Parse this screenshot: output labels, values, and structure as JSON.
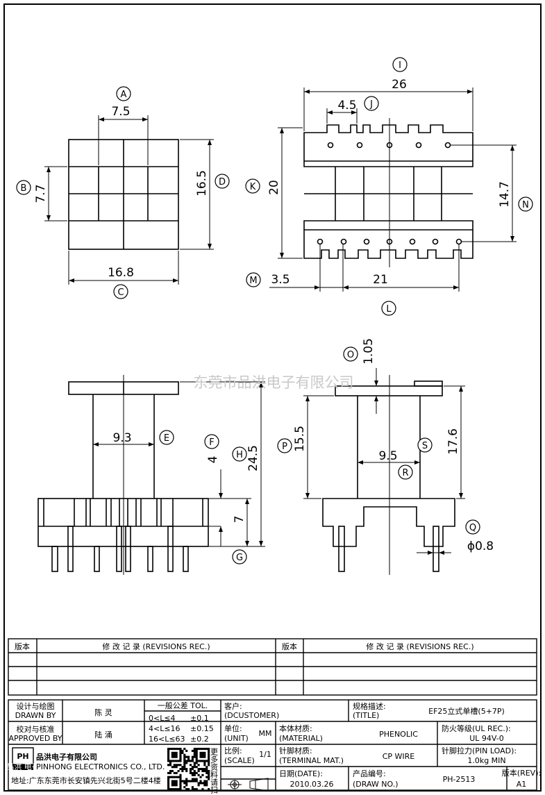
{
  "labels": {
    "A": "A",
    "B": "B",
    "C": "C",
    "D": "D",
    "E": "E",
    "F": "F",
    "G": "G",
    "H": "H",
    "I": "I",
    "J": "J",
    "K": "K",
    "L": "L",
    "M": "M",
    "N": "N",
    "O": "O",
    "P": "P",
    "Q": "Q",
    "R": "R",
    "S": "S"
  },
  "dims": {
    "a": "7.5",
    "b": "7.7",
    "c": "16.8",
    "d": "16.5",
    "e": "9.3",
    "f": "4",
    "g7": "7",
    "h": "24.5",
    "i": "26",
    "j": "4.5",
    "k": "20",
    "l21": "21",
    "m": "3.5",
    "n": "14.7",
    "o": "1.05",
    "p": "15.5",
    "q": "ϕ0.8",
    "r": "9.5",
    "s": "17.6"
  },
  "watermark": "东莞市品洪电子有限公司",
  "revisions": {
    "ver1": "版本",
    "rec1": "修 改 记 录 (REVISIONS REC.)",
    "ver2": "版本",
    "rec2": "修 改 记 录 (REVISIONS REC.)"
  },
  "title_block": {
    "designer_label1": "设计与绘图",
    "designer_label2": "DRAWN BY",
    "designer": "陈 灵",
    "checker_label1": "校对与核准",
    "checker_label2": "APPROVED BY",
    "checker": "陆 涌",
    "tol_title": "一般公差 TOL.",
    "tol_rows": [
      {
        "range": "0<L≤4",
        "val": "±0.1"
      },
      {
        "range": "4<L≤16",
        "val": "±0.15"
      },
      {
        "range": "16<L≤63",
        "val": "±0.2"
      }
    ],
    "customer_label1": "客户:",
    "customer_label2": "(DCUSTOMER)",
    "title_label1": "规格描述:",
    "title_label2": "(TITLE)",
    "title_value": "EF25立式单槽(5+7P)",
    "unit_label1": "单位:",
    "unit_label2": "(UNIT)",
    "unit_value": "MM",
    "material_label1": "本体材质:",
    "material_label2": "(MATERIAL)",
    "material_value": "PHENOLIC",
    "ul_label1": "防火等级(UL REC.):",
    "ul_value": "UL 94V-0",
    "scale_label1": "比例:",
    "scale_label2": "(SCALE)",
    "scale_value": "1/1",
    "terminal_label1": "针脚材质:",
    "terminal_label2": "(TERMINAL MAT.)",
    "terminal_value": "CP WIRE",
    "pinload_label1": "针脚拉力(PIN LOAD):",
    "pinload_value": "1.0kg MIN",
    "date_label1": "日期(DATE):",
    "date_value": "2010.03.26",
    "drawno_label1": "产品编号:",
    "drawno_label2": "(DRAW NO.)",
    "drawno_value": "PH-2513",
    "rev_label": "版本(REV):",
    "rev_value": "A1",
    "company_logo": "PH",
    "company_logo_sub": "品洪 电子",
    "company_name": "品洪电子有限公司",
    "company_en": "PINHONG ELECTRONICS CO., LTD.",
    "qr_side": "更多资料请扫",
    "address": "地址:广东东莞市长安镇先兴北街5号二楼4楼"
  }
}
